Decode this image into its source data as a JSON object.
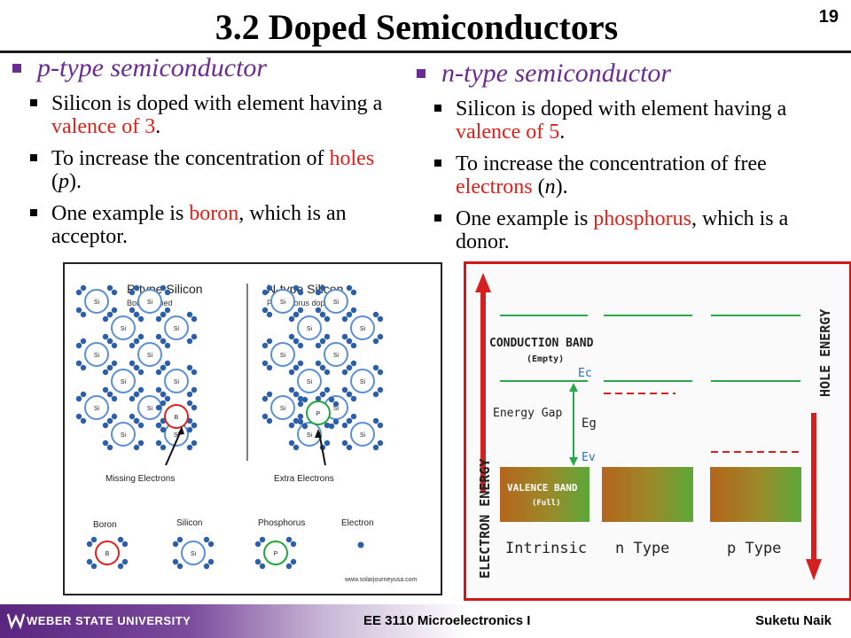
{
  "slide": {
    "title": "3.2 Doped Semiconductors",
    "page_number": "19"
  },
  "left": {
    "heading_italic": "p",
    "heading_rest": "-type semiconductor",
    "bullets": [
      {
        "parts": [
          "Silicon is doped with element having a ",
          "valence of 3",
          "."
        ]
      },
      {
        "parts": [
          "To increase the concentration of ",
          "holes",
          " (",
          "p",
          ")."
        ]
      },
      {
        "parts": [
          "One example is ",
          "boron",
          ", which is an acceptor."
        ]
      }
    ]
  },
  "right": {
    "heading_italic": "n",
    "heading_rest": "-type semiconductor",
    "bullets": [
      {
        "parts": [
          "Silicon is doped with element having a ",
          "valence of 5",
          "."
        ]
      },
      {
        "parts": [
          "To increase the concentration of free ",
          "electrons",
          " (",
          "n",
          ")."
        ]
      },
      {
        "parts": [
          "One example is ",
          "phosphorus",
          ", which is a donor."
        ]
      }
    ]
  },
  "lattice_figure": {
    "p_title": "P-type Silicon",
    "p_sub": "Boron doped",
    "n_title": "N-type Silicon",
    "n_sub": "Phosphorus doped",
    "atom_si": "Si",
    "atom_b": "B",
    "atom_p": "P",
    "missing_label": "Missing Electrons",
    "extra_label": "Extra Electrons",
    "legend": [
      "Boron",
      "Silicon",
      "Phosphorus",
      "Electron"
    ],
    "credit": "www.solarjourneyusa.com",
    "colors": {
      "silicon": "#5b8fd6",
      "boron": "#e02020",
      "phosphorus": "#1fa83a",
      "electron": "#2d5fa8"
    }
  },
  "band_figure": {
    "conduction_band": "CONDUCTION BAND",
    "conduction_sub": "(Empty)",
    "ec": "Ec",
    "eg": "Eg",
    "ev": "Ev",
    "energy_gap": "Energy Gap",
    "valence_band": "VALENCE BAND",
    "valence_sub": "(Full)",
    "cols": [
      "Intrinsic",
      "n Type",
      "p Type"
    ],
    "electron_energy": "ELECTRON ENERGY",
    "hole_energy": "HOLE ENERGY",
    "colors": {
      "arrow": "#d42020",
      "band_line": "#2aa84a",
      "dash": "#d42020"
    }
  },
  "footer": {
    "university": "WEBER STATE UNIVERSITY",
    "course": "EE 3110 Microelectronics I",
    "author": "Suketu Naik"
  }
}
